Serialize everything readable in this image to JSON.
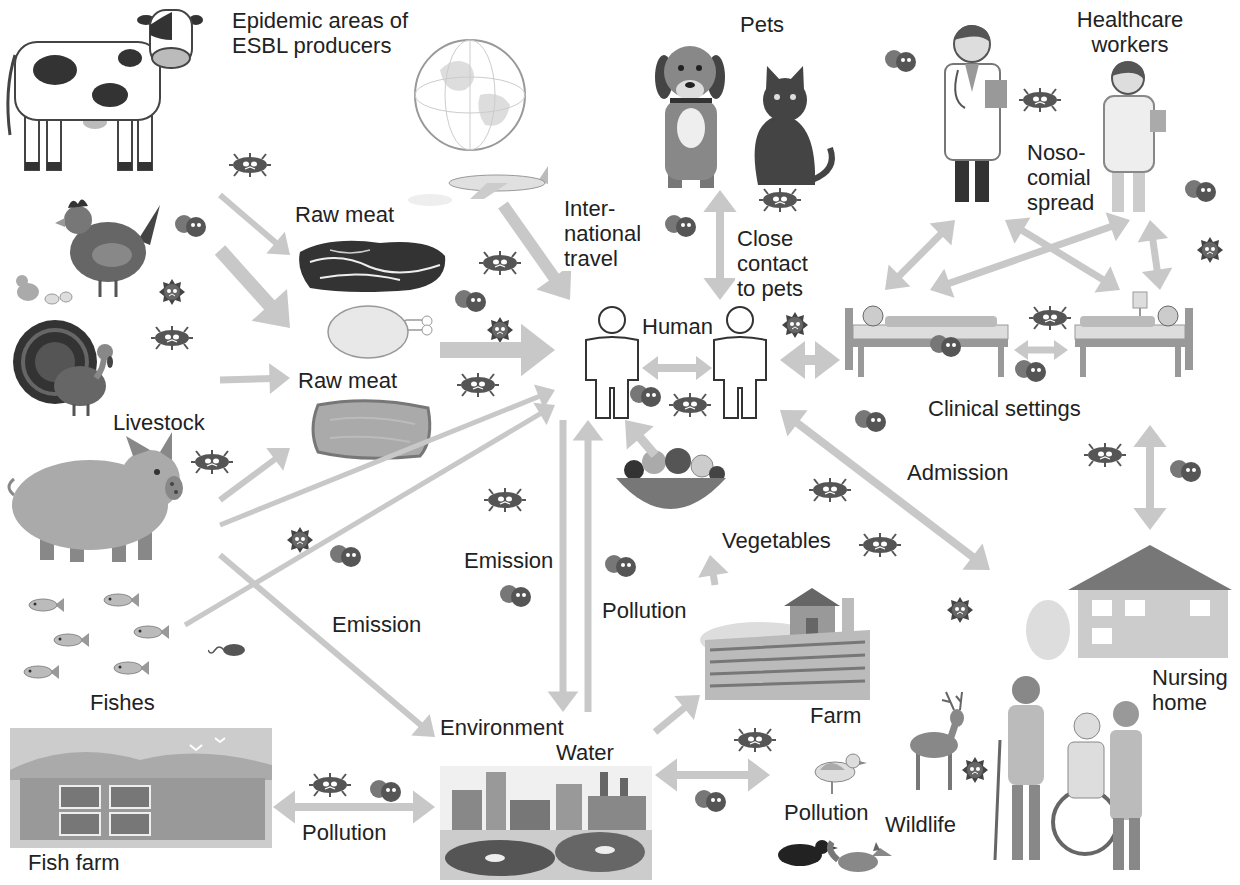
{
  "diagram": {
    "nodes": [
      {
        "text": [
          "Epidemic areas of ESBL producers"
        ]
      },
      {
        "text": [
          "Pets"
        ]
      },
      {
        "text": [
          "Healthcare workers"
        ]
      },
      {
        "text": [
          "Raw meat"
        ]
      },
      {
        "text": [
          "Human"
        ]
      },
      {
        "text": [
          "Raw meat"
        ]
      },
      {
        "text": [
          "Clinical settings"
        ]
      },
      {
        "text": [
          "Livestock"
        ]
      },
      {
        "text": [
          "Vegetables"
        ]
      },
      {
        "text": [
          "Nursing home"
        ]
      },
      {
        "text": [
          "Fishes"
        ]
      },
      {
        "text": [
          "Farm"
        ]
      },
      {
        "text": [
          "Environment",
          "Water"
        ]
      },
      {
        "text": [
          "Wildlife"
        ]
      },
      {
        "text": [
          "Fish farm"
        ]
      }
    ],
    "edges": [
      {
        "from": 7,
        "to": 3,
        "arrow": "to"
      },
      {
        "from": 7,
        "to": 5,
        "arrow": "to"
      },
      {
        "from": 7,
        "to": 5,
        "arrow": "to"
      },
      {
        "from": 7,
        "to": 5,
        "arrow": "to"
      },
      {
        "from": 5,
        "to": 4,
        "arrow": "to"
      },
      {
        "from": 7,
        "to": 4,
        "arrow": "to"
      },
      {
        "from": 10,
        "to": 4,
        "arrow": "to"
      },
      {
        "from": 7,
        "to": 12,
        "label": "Emission",
        "arrow": "to"
      },
      {
        "from": 0,
        "to": 4,
        "label": "Inter- national travel",
        "arrow": "to"
      },
      {
        "from": 1,
        "to": 4,
        "label": "Close contact to pets",
        "arrow": "both"
      },
      {
        "from": 4,
        "to": 6,
        "arrow": "both"
      },
      {
        "from": 2,
        "to": 6,
        "arrow": "both"
      },
      {
        "from": 2,
        "to": 6,
        "arrow": "both"
      },
      {
        "from": 2,
        "to": 6,
        "label": "Noso- comial spread",
        "arrow": "both"
      },
      {
        "from": 2,
        "to": 6,
        "arrow": "both"
      },
      {
        "from": 6,
        "to": 9,
        "arrow": "both"
      },
      {
        "from": 4,
        "to": 9,
        "label": "Admission",
        "arrow": "both"
      },
      {
        "from": 4,
        "to": 12,
        "label": "Emission",
        "arrow": "to"
      },
      {
        "from": 12,
        "to": 4,
        "label": "Pollution",
        "arrow": "to"
      },
      {
        "from": 8,
        "to": 4,
        "arrow": "to"
      },
      {
        "from": 11,
        "to": 8,
        "arrow": "to"
      },
      {
        "from": 12,
        "to": 11,
        "arrow": "to"
      },
      {
        "from": 12,
        "to": 13,
        "label": "Pollution",
        "arrow": "both"
      },
      {
        "from": 14,
        "to": 12,
        "label": "Pollution",
        "arrow": "both"
      }
    ]
  }
}
